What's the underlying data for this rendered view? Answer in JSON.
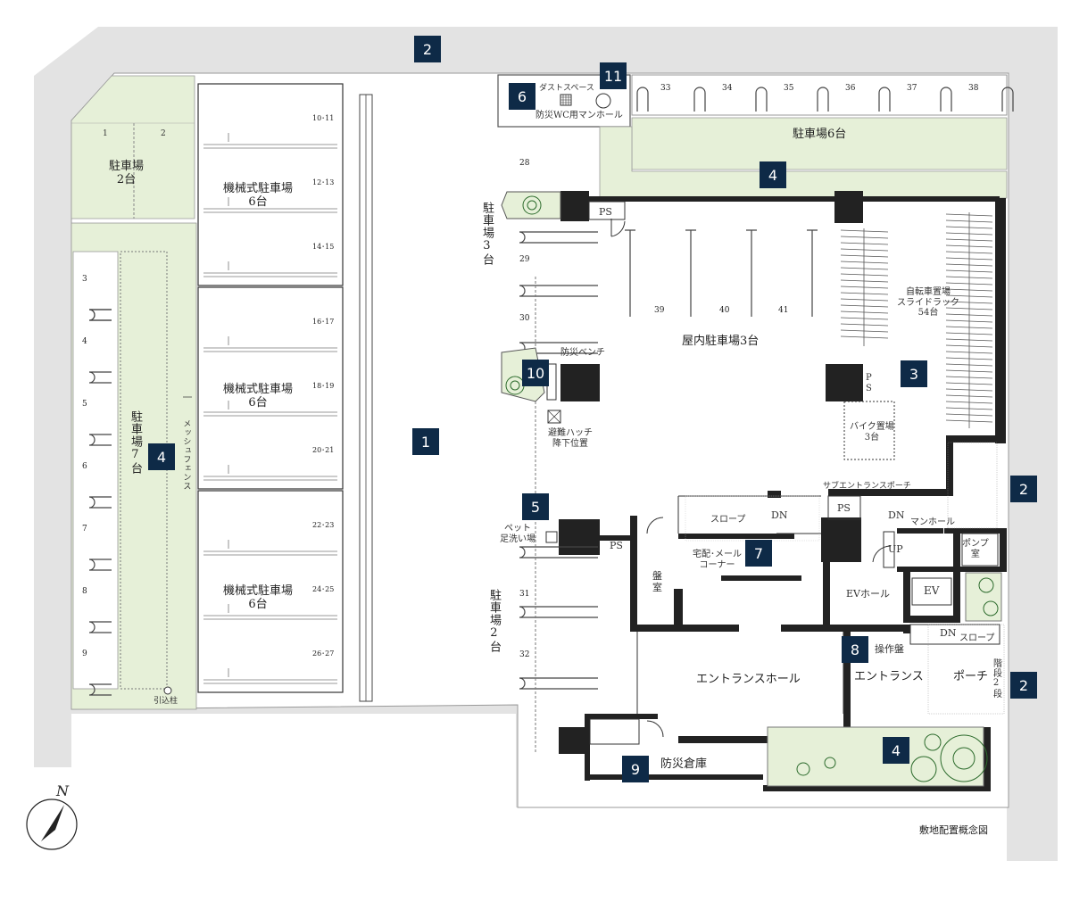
{
  "markers": {
    "m1": "1",
    "m2a": "2",
    "m2b": "2",
    "m2c": "2",
    "m3": "3",
    "m4a": "4",
    "m4b": "4",
    "m4c": "4",
    "m5": "5",
    "m6": "6",
    "m7": "7",
    "m8": "8",
    "m9": "9",
    "m10": "10",
    "m11": "11"
  },
  "labels": {
    "parking_2": "駐車場\n2台",
    "slot1": "1",
    "slot2": "2",
    "mech1": "機械式駐車場\n6台",
    "mech2": "機械式駐車場\n6台",
    "mech3": "機械式駐車場\n6台",
    "parking_7": "駐車場7台",
    "mesh_fence": "メッシュフェンス",
    "hikikomi": "引込柱",
    "dust": "ダストスペース",
    "wc_manhole": "防災WC用マンホール",
    "parking_6": "駐車場6台",
    "parking_3": "駐車場3台",
    "parking_2v": "駐車場2台",
    "indoor_parking": "屋内駐車場3台",
    "bicycle": "自転車置場\nスライドラック\n54台",
    "bike": "バイク置場\n3台",
    "bench": "防災ベンチ",
    "hatch": "避難ハッチ\n降下位置",
    "pet": "ペット\n足洗い場",
    "sub_porch": "サブエントランスポーチ",
    "slope1": "スロープ",
    "slope2": "スロープ",
    "dn1": "DN",
    "dn2": "DN",
    "dn3": "DN",
    "up": "UP",
    "manhole": "マンホール",
    "pump": "ポンプ\n室",
    "ps1": "PS",
    "ps2": "PS",
    "ps3": "PS",
    "ps4": "P\nS",
    "delivery": "宅配･メール\nコーナー",
    "board": "盤\n室",
    "ev_hall": "EVホール",
    "ev": "EV",
    "panel": "操作盤",
    "entrance": "エントランス",
    "porch": "ポーチ",
    "entrance_hall": "エントランスホール",
    "stairs": "階段2段",
    "storage": "防災倉庫",
    "compass_n": "N",
    "caption": "敷地配置概念図"
  },
  "numbers": {
    "left_slots": [
      "3",
      "4",
      "5",
      "6",
      "7",
      "8",
      "9"
    ],
    "mech_slots": [
      "10･11",
      "12･13",
      "14･15",
      "16･17",
      "18･19",
      "20･21",
      "22･23",
      "24･25",
      "26･27"
    ],
    "top_slots": [
      "33",
      "34",
      "35",
      "36",
      "37",
      "38"
    ],
    "mid_slots": [
      "28",
      "29",
      "30",
      "31",
      "32"
    ],
    "indoor_slots": [
      "39",
      "40",
      "41"
    ]
  },
  "colors": {
    "road": "#e3e3e3",
    "green": "#e6f0d8",
    "wall": "#222222",
    "marker": "#0e2a47"
  }
}
